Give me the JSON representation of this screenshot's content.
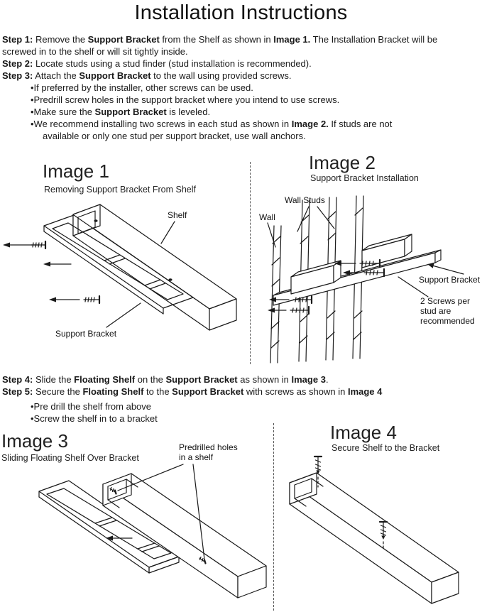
{
  "title": "Installation Instructions",
  "steps_top": [
    {
      "segments": [
        {
          "t": "Step 1:",
          "b": true
        },
        {
          "t": " Remove the ",
          "b": false
        },
        {
          "t": "Support Bracket",
          "b": true
        },
        {
          "t": " from the Shelf as shown in ",
          "b": false
        },
        {
          "t": "Image 1.",
          "b": true
        },
        {
          "t": " The Installation Bracket will be screwed in to the shelf or will sit tightly inside.",
          "b": false
        }
      ]
    },
    {
      "segments": [
        {
          "t": "Step 2:",
          "b": true
        },
        {
          "t": " Locate studs using a stud finder (stud installation is recommended).",
          "b": false
        }
      ]
    },
    {
      "segments": [
        {
          "t": "Step 3:",
          "b": true
        },
        {
          "t": " Attach the ",
          "b": false
        },
        {
          "t": "Support Bracket",
          "b": true
        },
        {
          "t": " to the wall using provided screws.",
          "b": false
        }
      ]
    },
    {
      "segments": [
        {
          "t": "•If preferred by the installer, other screws can be used.",
          "b": false
        }
      ]
    },
    {
      "segments": [
        {
          "t": "•Predrill screw holes in the support bracket where you intend to use screws.",
          "b": false
        }
      ]
    },
    {
      "segments": [
        {
          "t": "•Make sure the ",
          "b": false
        },
        {
          "t": "Support Bracket",
          "b": true
        },
        {
          "t": " is leveled.",
          "b": false
        }
      ]
    },
    {
      "segments": [
        {
          "t": "•We recommend installing two screws in each stud as shown in ",
          "b": false
        },
        {
          "t": "Image 2.",
          "b": true
        },
        {
          "t": " If studs are not available or only one stud per support bracket, use wall anchors.",
          "b": false
        }
      ]
    }
  ],
  "steps_bottom": [
    {
      "segments": [
        {
          "t": "Step 4:",
          "b": true
        },
        {
          "t": " Slide the ",
          "b": false
        },
        {
          "t": "Floating Shelf",
          "b": true
        },
        {
          "t": " on the ",
          "b": false
        },
        {
          "t": "Support Bracket",
          "b": true
        },
        {
          "t": " as shown in ",
          "b": false
        },
        {
          "t": "Image 3",
          "b": true
        },
        {
          "t": ".",
          "b": false
        }
      ]
    },
    {
      "segments": [
        {
          "t": "Step 5:",
          "b": true
        },
        {
          "t": " Secure the ",
          "b": false
        },
        {
          "t": "Floating Shelf",
          "b": true
        },
        {
          "t": " to the ",
          "b": false
        },
        {
          "t": "Support Bracket",
          "b": true
        },
        {
          "t": " with screws as shown in ",
          "b": false
        },
        {
          "t": "Image 4",
          "b": true
        }
      ]
    },
    {
      "segments": [
        {
          "t": "•Pre drill the shelf from above",
          "b": false
        }
      ]
    },
    {
      "segments": [
        {
          "t": "•Screw the shelf in to a bracket",
          "b": false
        }
      ]
    }
  ],
  "figures": {
    "image1": {
      "heading": "Image 1",
      "caption": "Removing Support Bracket From Shelf",
      "labels": {
        "shelf": "Shelf",
        "support_bracket": "Support Bracket"
      }
    },
    "image2": {
      "heading": "Image 2",
      "caption": "Support Bracket Installation",
      "labels": {
        "wall_studs": "Wall Studs",
        "wall": "Wall",
        "support_bracket": "Support Bracket",
        "screws_note_line1": "2 Screws per",
        "screws_note_line2": "stud are",
        "screws_note_line3": "recommended"
      }
    },
    "image3": {
      "heading": "Image 3",
      "caption": "Sliding Floating Shelf Over Bracket",
      "labels": {
        "predrilled_line1": "Predrilled holes",
        "predrilled_line2": "in a shelf"
      }
    },
    "image4": {
      "heading": "Image 4",
      "caption": "Secure Shelf to the Bracket"
    }
  }
}
